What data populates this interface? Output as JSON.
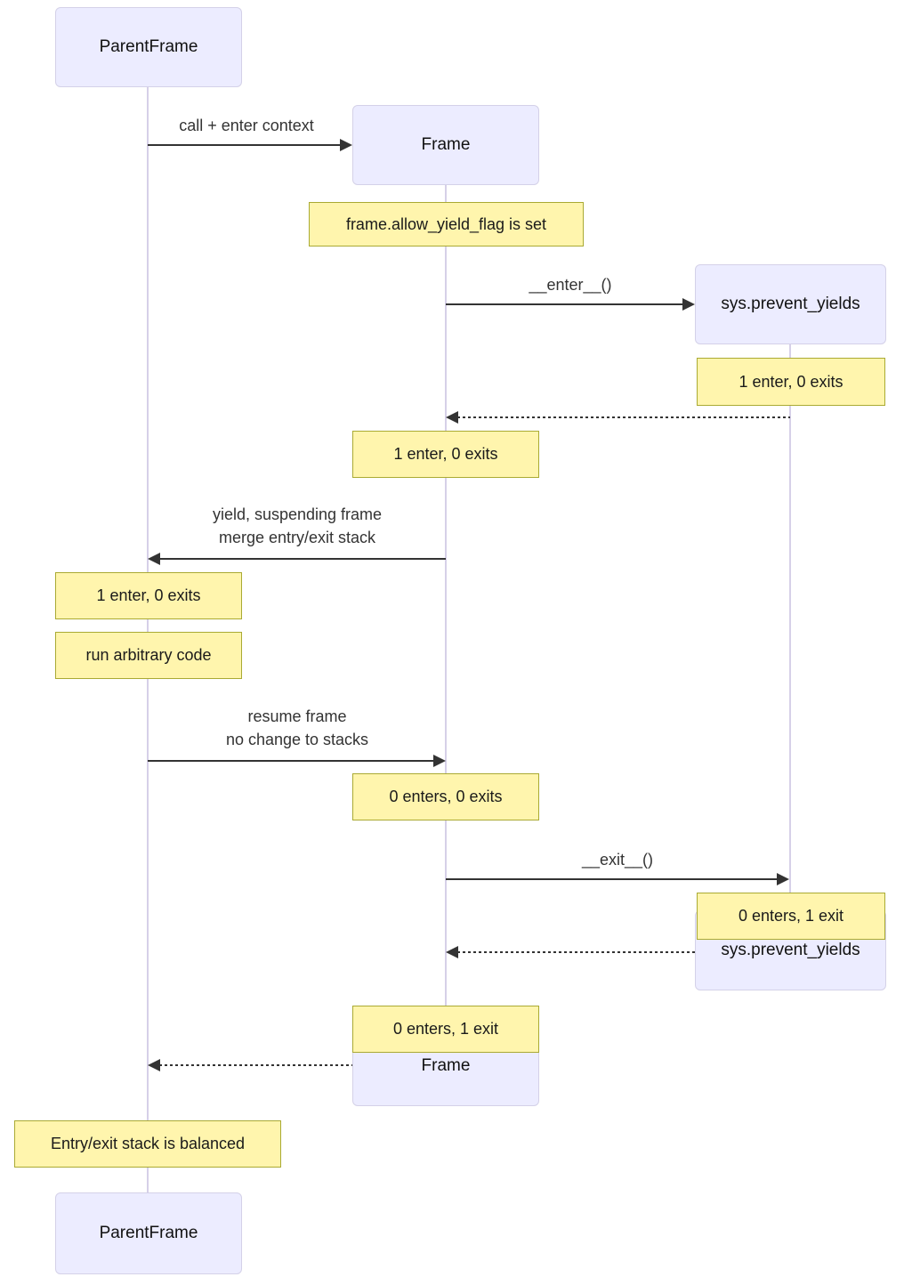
{
  "colors": {
    "actor_fill": "#ECECFF",
    "actor_border": "#D4D1E8",
    "note_fill": "#FFF5AD",
    "note_border": "#AAAA33",
    "lifeline": "#D6D0E8",
    "arrow": "#333333",
    "background": "#FFFFFF"
  },
  "diagram": {
    "type": "sequence-diagram",
    "actors": [
      {
        "label": "ParentFrame"
      },
      {
        "label": "Frame"
      },
      {
        "label": "sys.prevent_yields"
      }
    ],
    "messages": [
      {
        "from": "ParentFrame",
        "to": "Frame",
        "type": "solid",
        "label_lines": [
          "call + enter context"
        ]
      },
      {
        "from": "Frame",
        "to": "sys.prevent_yields",
        "type": "solid",
        "label_lines": [
          "__enter__()"
        ]
      },
      {
        "from": "sys.prevent_yields",
        "to": "Frame",
        "type": "dashed",
        "label_lines": []
      },
      {
        "from": "Frame",
        "to": "ParentFrame",
        "type": "solid",
        "label_lines": [
          "yield, suspending frame",
          "merge entry/exit stack"
        ]
      },
      {
        "from": "ParentFrame",
        "to": "Frame",
        "type": "solid",
        "label_lines": [
          "resume frame",
          "no change to stacks"
        ]
      },
      {
        "from": "Frame",
        "to": "sys.prevent_yields",
        "type": "solid",
        "label_lines": [
          "__exit__()"
        ]
      },
      {
        "from": "sys.prevent_yields",
        "to": "Frame",
        "type": "dashed",
        "label_lines": []
      },
      {
        "from": "Frame",
        "to": "ParentFrame",
        "type": "dashed",
        "label_lines": []
      }
    ],
    "notes": [
      {
        "over": "Frame",
        "text": "frame.allow_yield_flag is set"
      },
      {
        "over": "sys.prevent_yields",
        "text": "1 enter, 0 exits"
      },
      {
        "over": "Frame",
        "text": "1 enter, 0 exits"
      },
      {
        "over": "ParentFrame",
        "text": "1 enter, 0 exits"
      },
      {
        "over": "ParentFrame",
        "text": "run arbitrary code"
      },
      {
        "over": "Frame",
        "text": "0 enters, 0 exits"
      },
      {
        "over": "sys.prevent_yields",
        "text": "0 enters, 1 exit"
      },
      {
        "over": "Frame",
        "text": "0 enters, 1 exit"
      },
      {
        "over": "ParentFrame",
        "text": "Entry/exit stack is balanced"
      }
    ]
  }
}
